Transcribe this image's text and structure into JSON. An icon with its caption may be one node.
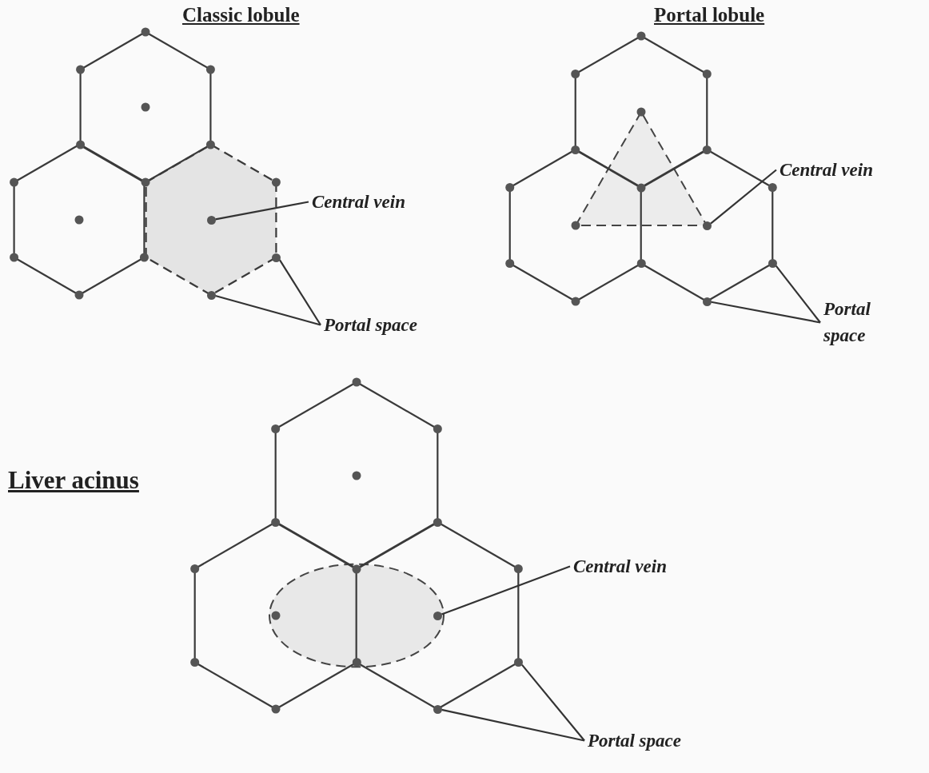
{
  "diagram": {
    "nodes": [
      {
        "text": [
          "Central vein"
        ]
      },
      {
        "text": [],
        "shape": "circle"
      },
      {
        "text": [
          "Portal space"
        ]
      },
      {
        "text": [],
        "shape": "circle"
      },
      {
        "text": [],
        "shape": "circle"
      },
      {
        "text": [
          "Central vein"
        ]
      },
      {
        "text": [],
        "shape": "circle"
      },
      {
        "text": [
          "Portal space"
        ]
      },
      {
        "text": [],
        "shape": "circle"
      },
      {
        "text": [],
        "shape": "circle"
      },
      {
        "text": [
          "Central vein"
        ]
      },
      {
        "text": [],
        "shape": "circle"
      },
      {
        "text": [
          "Portal space"
        ]
      },
      {
        "text": [],
        "shape": "circle"
      },
      {
        "text": [],
        "shape": "circle"
      }
    ],
    "edges": [
      {
        "from": 0,
        "to": 1,
        "arrow": "none"
      },
      {
        "from": 2,
        "to": 3,
        "arrow": "none"
      },
      {
        "from": 2,
        "to": 4,
        "arrow": "none"
      },
      {
        "from": 5,
        "to": 6,
        "arrow": "none"
      },
      {
        "from": 7,
        "to": 8,
        "arrow": "none"
      },
      {
        "from": 7,
        "to": 9,
        "arrow": "none"
      },
      {
        "from": 10,
        "to": 11,
        "arrow": "none"
      },
      {
        "from": 12,
        "to": 13,
        "arrow": "none"
      },
      {
        "from": 12,
        "to": 14,
        "arrow": "none"
      }
    ],
    "labels": [
      "Classic lobule",
      "Portal lobule",
      "Liver acinus"
    ]
  }
}
